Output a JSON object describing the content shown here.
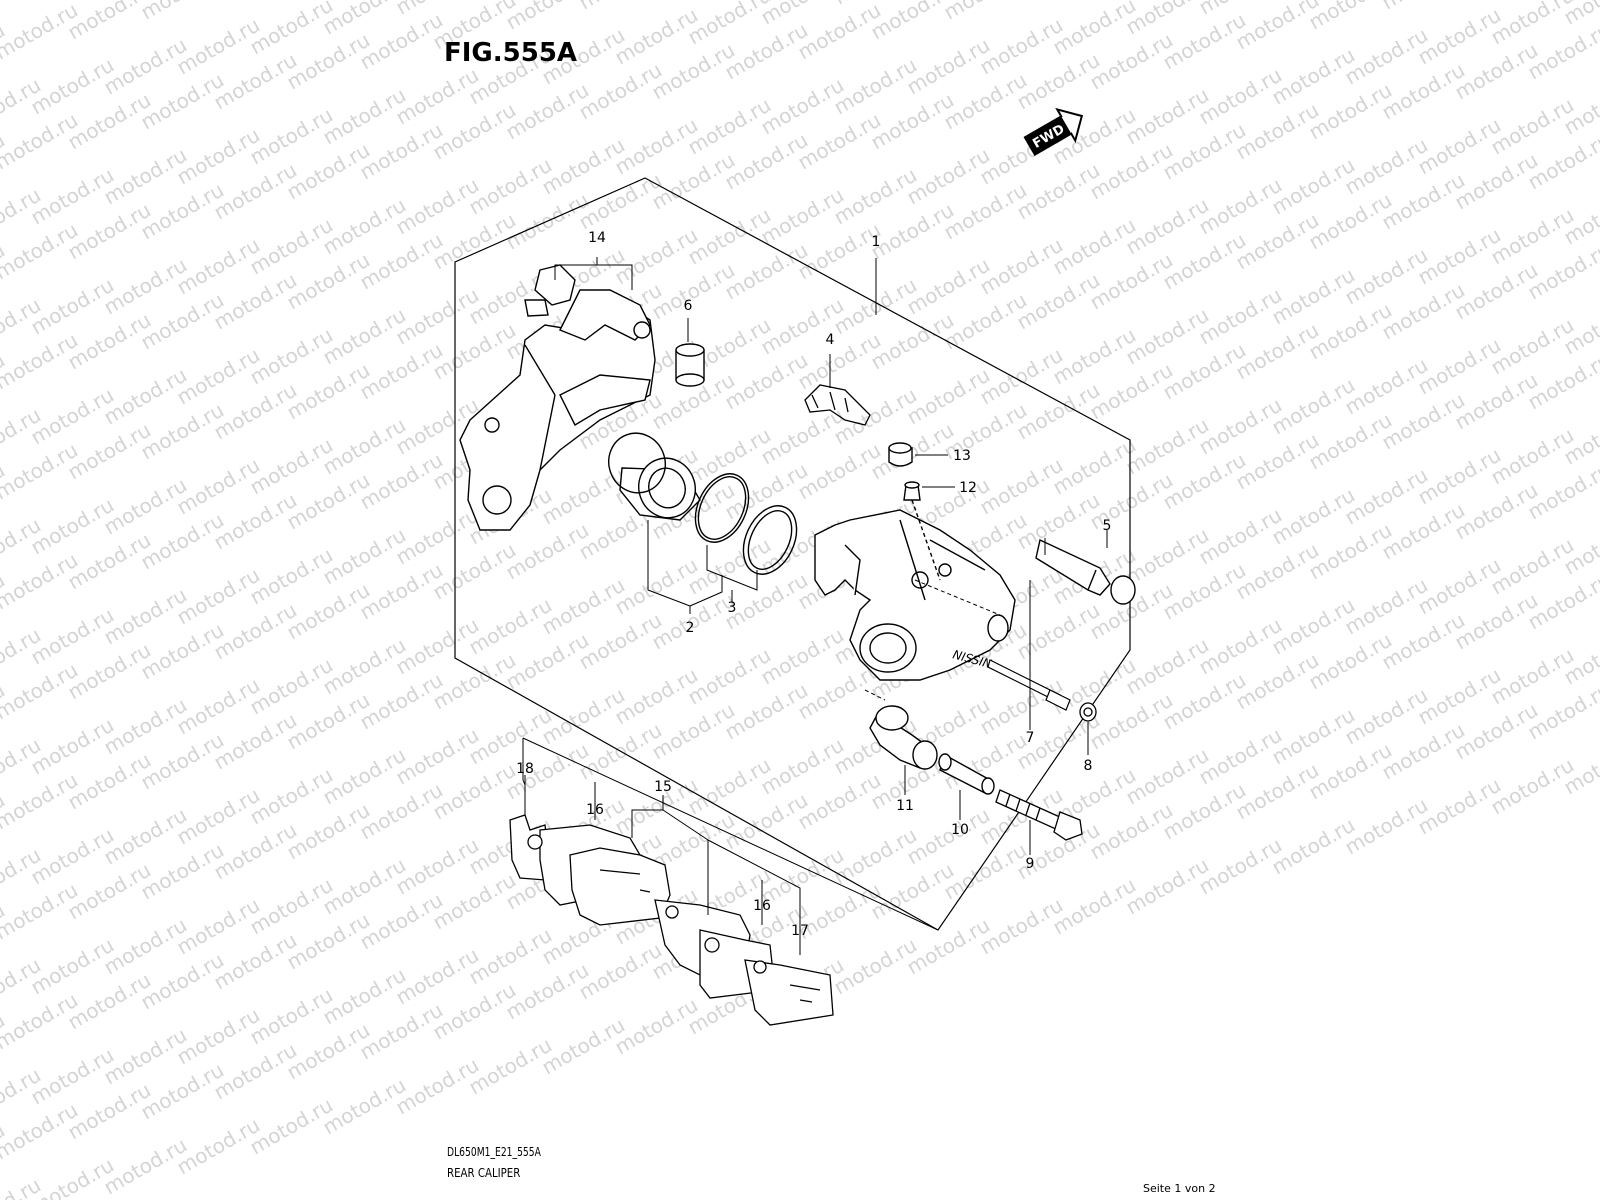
{
  "figure": {
    "title": "FIG.555A",
    "code": "DL650M1_E21_555A",
    "name": "REAR CALIPER",
    "page_label": "Seite 1 von 2",
    "direction_label": "FWD",
    "watermark": "motod.ru",
    "brand_mark": "NISSIN"
  },
  "callouts": [
    "1",
    "2",
    "3",
    "4",
    "5",
    "6",
    "7",
    "8",
    "9",
    "10",
    "11",
    "12",
    "13",
    "14",
    "15",
    "16",
    "16",
    "17",
    "18"
  ]
}
